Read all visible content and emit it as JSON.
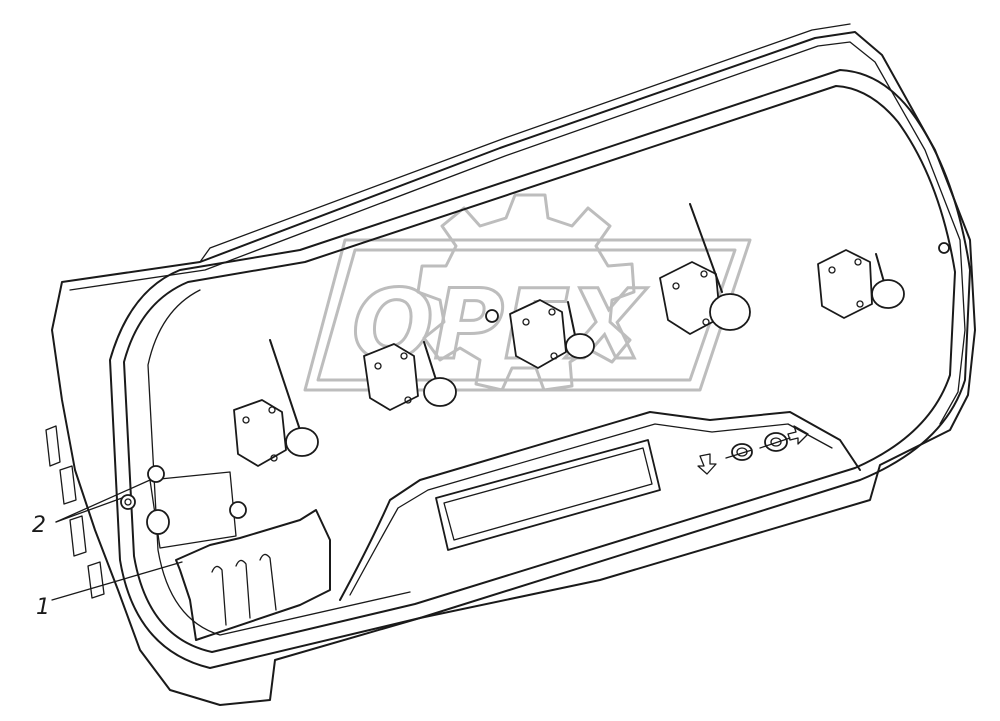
{
  "watermark": {
    "text": "OPEX"
  },
  "callouts": [
    {
      "id": "1",
      "label": "1"
    },
    {
      "id": "2",
      "label": "2"
    }
  ]
}
